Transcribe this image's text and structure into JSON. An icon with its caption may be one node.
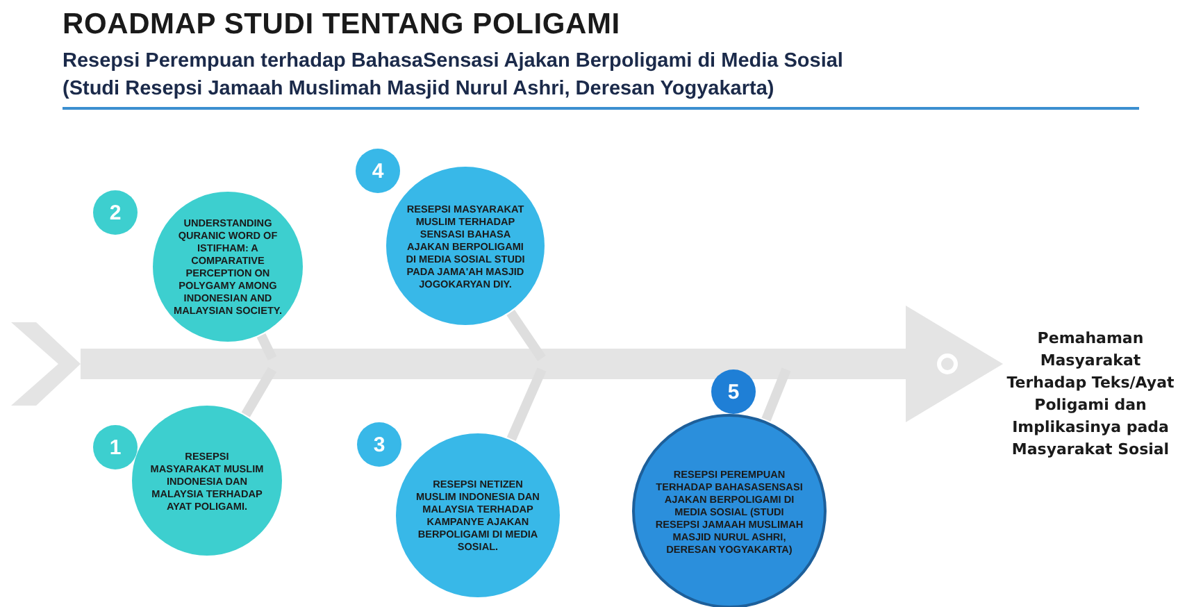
{
  "diagram": {
    "title": "ROADMAP STUDI TENTANG POLIGAMI",
    "nodes": [
      {
        "text": [
          "1"
        ]
      },
      {
        "text": [
          "RESEPSI MASYARAKAT MUSLIM INDONESIA DAN MALAYSIA TERHADAP AYAT POLIGAMI."
        ]
      },
      {
        "text": [
          "2"
        ]
      },
      {
        "text": [
          "UNDERSTANDING QURANIC WORD OF ISTIFHAM: A COMPARATIVE PERCEPTION ON POLYGAMY AMONG INDONESIAN AND MALAYSIAN SOCIETY."
        ]
      },
      {
        "text": [
          "3"
        ]
      },
      {
        "text": [
          "RESEPSI NETIZEN MUSLIM INDONESIA DAN MALAYSIA TERHADAP KAMPANYE AJAKAN BERPOLIGAMI DI MEDIA SOSIAL."
        ]
      },
      {
        "text": [
          "4"
        ]
      },
      {
        "text": [
          "RESEPSI MASYARAKAT MUSLIM TERHADAP SENSASI BAHASA AJAKAN BERPOLIGAMI DI MEDIA SOSIAL STUDI PADA JAMA'AH MASJID JOGOKARYAN DIY."
        ]
      },
      {
        "text": [
          "5"
        ]
      },
      {
        "text": [
          "RESEPSI PEREMPUAN TERHADAP BAHASASENSASI AJAKAN BERPOLIGAMI DI MEDIA SOSIAL (STUDI RESEPSI JAMAAH MUSLIMAH MASJID NURUL ASHRI, DERESAN YOGYAKARTA)"
        ]
      },
      {
        "text": [
          "Pemahaman Masyarakat Terhadap Teks/Ayat Poligami dan Implikasinya pada Masyarakat Sosial"
        ]
      },
      {
        "text": [],
        "shape": "chevron"
      }
    ],
    "edges": [
      {
        "from": 11,
        "to": 10,
        "arrow": "to",
        "style": "thick"
      },
      {
        "from": 3,
        "to": null,
        "arrow": "none"
      },
      {
        "from": 1,
        "to": null,
        "arrow": "none"
      },
      {
        "from": 7,
        "to": null,
        "arrow": "none"
      },
      {
        "from": 5,
        "to": null,
        "arrow": "none"
      },
      {
        "from": 9,
        "to": null,
        "arrow": "none"
      }
    ],
    "labels": [
      "Resepsi Perempuan terhadap BahasaSensasi Ajakan Berpoligami di Media Sosial",
      "(Studi Resepsi Jamaah Muslimah Masjid Nurul Ashri, Deresan Yogyakarta)"
    ]
  }
}
